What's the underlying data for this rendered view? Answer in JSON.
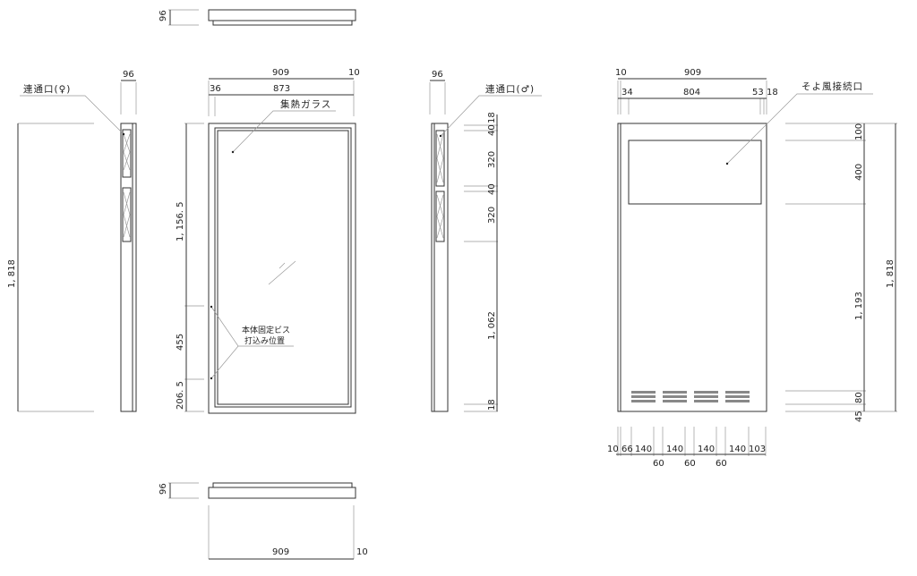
{
  "top_view": {
    "depth": "96"
  },
  "left_side": {
    "label": "連通口(♀)",
    "depth": "96",
    "height": "1, 818"
  },
  "front": {
    "width": "909",
    "edge": "10",
    "inset": "36",
    "inner": "873",
    "glass_label": "集熱ガラス",
    "dim_upper": "1, 156. 5",
    "dim_mid": "455",
    "dim_low": "206. 5",
    "screw_label_1": "本体固定ビス",
    "screw_label_2": "打込み位置"
  },
  "bottom_view": {
    "depth": "96",
    "width": "909",
    "edge": "10"
  },
  "right_side": {
    "label": "連通口(♂)",
    "depth": "96",
    "dims": [
      "18",
      "40",
      "320",
      "40",
      "320",
      "1, 062",
      "18"
    ]
  },
  "back": {
    "edge": "10",
    "width": "909",
    "d34": "34",
    "d804": "804",
    "d53": "53",
    "d18": "18",
    "port_label": "そよ風接続口",
    "vdims": [
      "100",
      "400",
      "1, 193",
      "80",
      "45"
    ],
    "height": "1, 818",
    "hdims": [
      "10",
      "66",
      "140",
      "140",
      "140",
      "140",
      "103"
    ],
    "gaps": [
      "60",
      "60",
      "60"
    ]
  }
}
